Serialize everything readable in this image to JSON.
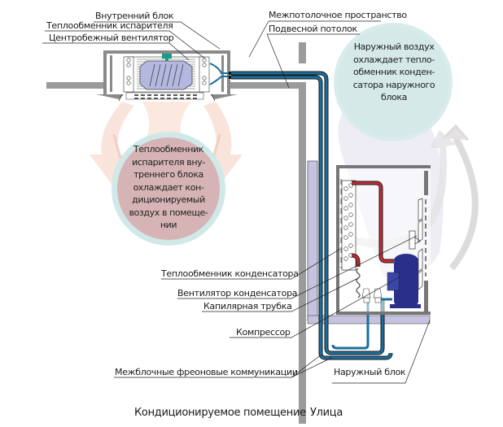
{
  "diagram": {
    "title": "Схема сплит-системы кондиционирования",
    "labels": {
      "indoor_unit": "Внутренний блок",
      "evaporator": "Теплообменник испарителя",
      "centrifugal_fan": "Центробежный вентилятор",
      "ceiling_space": "Межпотолочное пространство",
      "suspended_ceiling": "Подвесной потолок",
      "condenser": "Теплообменник конденсатора",
      "condenser_fan": "Вентилятор конденсатора",
      "capillary_tube": "Капилярная трубка",
      "compressor": "Компрессор",
      "freon_lines": "Межблочные фреоновые коммуникации",
      "outdoor_unit": "Наружный блок",
      "conditioned_room": "Кондиционируемое помещение",
      "street": "Улица"
    },
    "bubbles": {
      "outdoor": [
        "Наружный воздух",
        "охлаждает тепло-",
        "обменник конден-",
        "сатора наружного",
        "блока"
      ],
      "indoor": [
        "Теплообменник",
        "испарителя вну-",
        "треннего блока",
        "охлаждает кон-",
        "диционируемый",
        "воздух в помеще-",
        "нии"
      ]
    },
    "colors": {
      "wall": "#9b9b9b",
      "pipe": "#1a6f9c",
      "hot_pipe": "#c42a35",
      "compressor": "#2a2f8a",
      "indoor_bubble": "#d6b3b4",
      "outdoor_bubble": "#d9ecec",
      "bubble_ring": "#cfe8e8",
      "warm_arrow": "#f7dccf",
      "cool_arrow": "#e6e4f0"
    }
  }
}
